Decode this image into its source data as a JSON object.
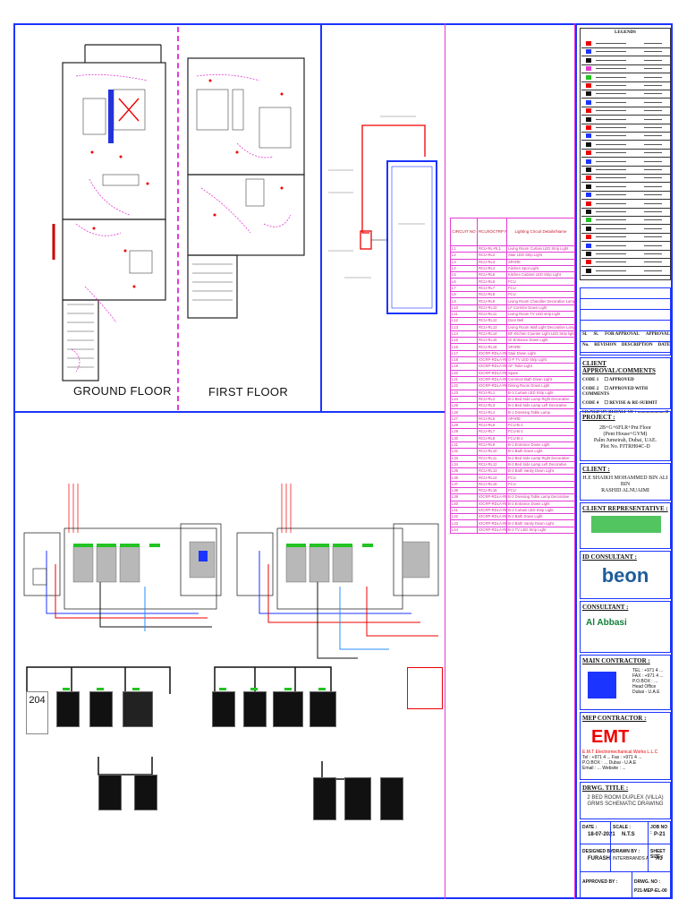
{
  "floors": {
    "ground_label": "GROUND FLOOR",
    "first_label": "FIRST FLOOR"
  },
  "sections": {
    "legends_title": "LEGENDS",
    "client_approval_title": "CLIENT APPROVAL/COMMENTS",
    "project_title": "PROJECT :",
    "client_title": "CLIENT :",
    "client_rep_title": "CLIENT REPRESENTATIVE :",
    "id_consultant_title": "ID CONSULTANT :",
    "consultant_title": "CONSULTANT :",
    "main_contractor_title": "MAIN CONTRACTOR :",
    "mep_contractor_title": "MEP CONTRACTOR :",
    "drwg_title_label": "DRWG. TITLE :"
  },
  "approval_codes": [
    {
      "code": "CODE 1",
      "text": "APPROVED"
    },
    {
      "code": "CODE 2",
      "text": "APPROVED WITH COMMENTS"
    },
    {
      "code": "CODE 4",
      "text": "REVISE & RE-SUBMIT"
    }
  ],
  "approval_signed": "SIGNED ON BEHALF OF : ........................ DATE ........................",
  "revision_headers": [
    "Sl.",
    "Sl.",
    "FOR APPROVAL",
    "APPROVAL"
  ],
  "revision_headers2": [
    "No.",
    "REVISION",
    "DESCRIPTION",
    "DATE"
  ],
  "project": {
    "line1": "2B+G+6FLR+Pnt Floor",
    "line2": "(Pent House+GYM)",
    "line3": "Palm Jumeirah, Dubai, UAE.",
    "line4": "Plot No. PJTRH04C-D"
  },
  "client": {
    "line1": "H.E SHAIKH MOHAMMED BIN ALI BIN",
    "line2": "RASHID ALNUAIMI"
  },
  "id_consultant_logo": "beon",
  "consultant_logo": "Al Abbasi",
  "main_contractor_contact": [
    "TEL : +971 4 ...",
    "FAX : +971 4 ...",
    "P.O.BOX : ...",
    "Head Office",
    "Dubai - U.A.E"
  ],
  "mep_contractor": {
    "logo": "EMT",
    "name": "E.M.T Electromechanical Works L.L.C",
    "line2": "Tel : +971 4 ...  Fax : +971 4 ...",
    "line3": "P.O.BOX : ...  Dubai - U.A.E",
    "line4": "Email : ...  Website : ..."
  },
  "drawing": {
    "title_line1": "2 BED ROOM DUPLEX (VILLA)",
    "title_line2": "GRMS SCHEMATIC DRAWING",
    "date_label": "DATE :",
    "date_value": "18-07-2021",
    "scale_label": "SCALE :",
    "scale_value": "N.T.S",
    "job_label": "JOB NO :",
    "job_value": "P-21",
    "designed_label": "DESIGNED BY :",
    "designed_value": "FURASH",
    "drawn_label": "DRAWN BY :",
    "drawn_value": "INTERBRANDS AND ABOUT",
    "sheet_label": "SHEET SIZE :",
    "sheet_value": "A3",
    "approved_label": "APPROVED BY :",
    "drwg_no_label": "DRWG. NO :",
    "drwg_no_value": "P21-MEP-EL-00"
  },
  "room_tag": "204",
  "circuit_table": {
    "headers": [
      "CIRCUIT NO",
      "RCU/IOCTRP RL#",
      "Lighting Circuit Details/Name"
    ],
    "rows": [
      [
        "L1",
        "RCU-RL-RL1",
        "Living Room Curtain LED Strip Light"
      ],
      [
        "L2",
        "RCU-RL2",
        "Stair LED Strip Light"
      ],
      [
        "L3",
        "RCU-RL3",
        "SPARE"
      ],
      [
        "L4",
        "RCU-RL4",
        "Kitchen Spot Light"
      ],
      [
        "L5",
        "RCU-RL5",
        "Kitchen Cabinet LED Strip Light"
      ],
      [
        "L6",
        "RCU-RL6",
        "FCU"
      ],
      [
        "L7",
        "RCU-RL7",
        "FCU"
      ],
      [
        "L8",
        "RCU-RL8",
        "FCU"
      ],
      [
        "L9",
        "RCU-RL9",
        "Living Room Chandlier Decorative Lamp"
      ],
      [
        "L10",
        "RCU-RL10",
        "LF Corridor Down Light"
      ],
      [
        "L11",
        "RCU-RL11",
        "Living Room TV LED strip Light"
      ],
      [
        "L12",
        "RCU-RL12",
        "Door Bell"
      ],
      [
        "L13",
        "RCU-RL13",
        "Living Room Wall Light Decorative Lamp"
      ],
      [
        "L14",
        "RCU-RL14",
        "BF Kitchen Counter Light LED Strip light"
      ],
      [
        "L15",
        "RCU-RL15",
        "GI Entrance Down Light"
      ],
      [
        "L16",
        "RCU-RL16",
        "SPARE"
      ],
      [
        "L17",
        "IOCRP-RDLA-RL1",
        "Stair Down Light"
      ],
      [
        "L18",
        "IOCRP-RDLA-RL2",
        "G-F TV LED Strip Light"
      ],
      [
        "L19",
        "IOCRP-RDLA-RL3",
        "GF Toilet Light"
      ],
      [
        "L20",
        "IOCRP-RDLA-RL4",
        "Spare"
      ],
      [
        "L21",
        "IOCRP-RDLA-RL5",
        "Common Bath Down Light"
      ],
      [
        "L22",
        "IOCRP-RDLA-RL6",
        "Dining Room Down Light"
      ],
      [
        "L23",
        "RCU-RL1",
        "B-1 Curtain LED Strip Light"
      ],
      [
        "L24",
        "RCU-RL2",
        "B-1 Bed Side Lamp Right Decorative"
      ],
      [
        "L25",
        "RCU-RL3",
        "B-1 Bed Side Lamp Left Decorative"
      ],
      [
        "L26",
        "RCU-RL4",
        "B-1 Dressing Table Lamp"
      ],
      [
        "L27",
        "RCU-RL5",
        "SPARE"
      ],
      [
        "L28",
        "RCU-RL6",
        "FCU-B-1"
      ],
      [
        "L29",
        "RCU-RL7",
        "FCU-B-1"
      ],
      [
        "L30",
        "RCU-RL8",
        "FCU-B-1"
      ],
      [
        "L31",
        "RCU-RL9",
        "B-1 Entrance Down Light"
      ],
      [
        "L32",
        "RCU-RL10",
        "B-1 Bath Down Light"
      ],
      [
        "L33",
        "RCU-RL11",
        "B-2 Bed Side Lamp Right Decorative"
      ],
      [
        "L34",
        "RCU-RL12",
        "B-2 Bed Side Lamp Left Decorative"
      ],
      [
        "L35",
        "RCU-RL13",
        "B-2 Bath Vanity Down Light"
      ],
      [
        "L36",
        "RCU-RL14",
        "FCU"
      ],
      [
        "L37",
        "RCU-RL15",
        "FCU"
      ],
      [
        "L38",
        "RCU-RL16",
        "FCU"
      ],
      [
        "L39",
        "IOCRP-RDLA-RL1",
        "B-2 Dressing Table Lamp Decorative"
      ],
      [
        "L40",
        "IOCRP-RDLA-RL2",
        "B-2 Entrance Down Light"
      ],
      [
        "L41",
        "IOCRP-RDLA-RL3",
        "B-2 Curtain LED Strip Light"
      ],
      [
        "L42",
        "IOCRP-RDLA-RL4",
        "B-2 Bath Down Light"
      ],
      [
        "L43",
        "IOCRP-RDLA-RL5",
        "B-2 Bath Vanity Down Light"
      ],
      [
        "L44",
        "IOCRP-RDLA-RL6",
        "B-2 TV LED Strip Light"
      ]
    ]
  },
  "colors": {
    "border": "#1c34ff",
    "pink": "#e33ad6",
    "red": "#e00000",
    "green": "#22c322"
  }
}
